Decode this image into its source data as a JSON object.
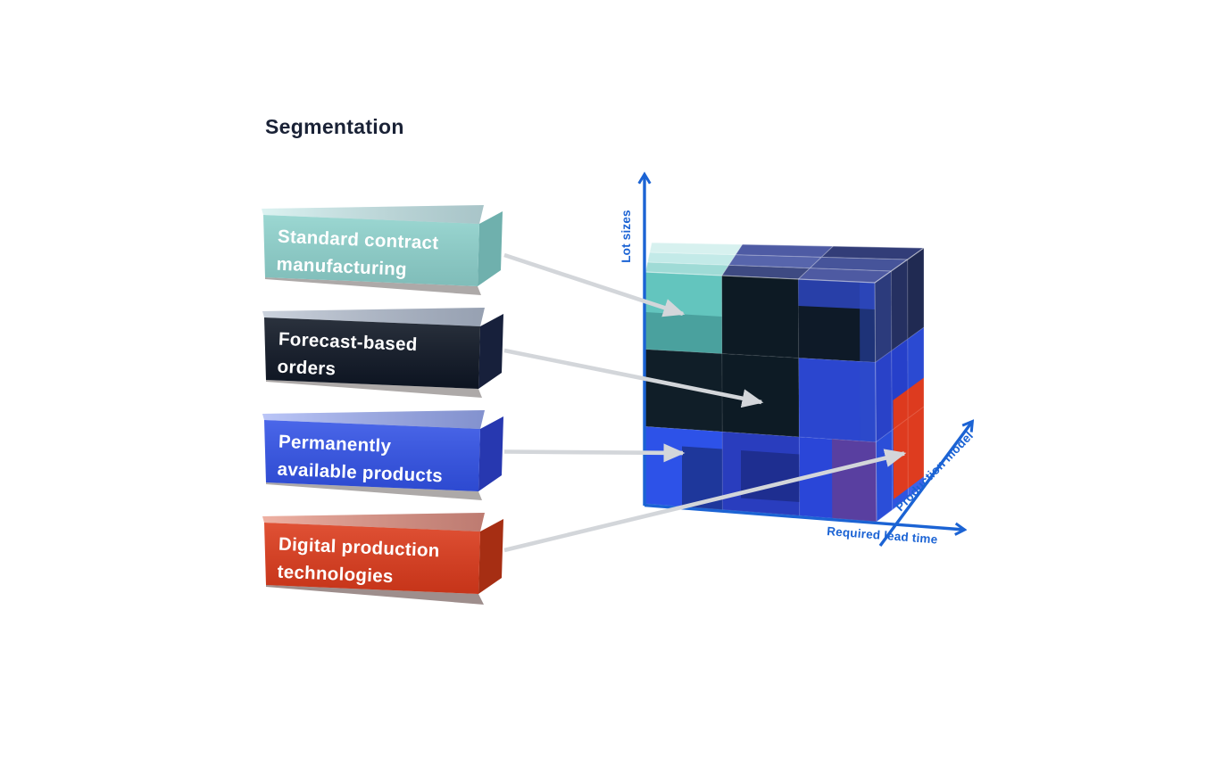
{
  "page": {
    "title": "Segmentation"
  },
  "colors": {
    "background": "#ffffff",
    "title_text": "#1a2236",
    "axis_blue": "#1b63d4",
    "arrow_gray": "#d3d6da"
  },
  "legend": {
    "items": [
      {
        "id": "standard-contract-manufacturing",
        "line1": "Standard contract",
        "line2": "manufacturing",
        "front": "#8ed2cc",
        "top": "#cdeeec",
        "side": "#7cc5bf",
        "text": "#ffffff"
      },
      {
        "id": "forecast-based-orders",
        "line1": "Forecast-based",
        "line2": "orders",
        "front": "#0e1623",
        "top": "#b6c0cf",
        "side": "#1a2440",
        "text": "#ffffff"
      },
      {
        "id": "permanently-available-products",
        "line1": "Permanently",
        "line2": "available products",
        "front": "#3252e6",
        "top": "#9dadf4",
        "side": "#2c3fc2",
        "text": "#ffffff"
      },
      {
        "id": "digital-production-technologies",
        "line1": "Digital production",
        "line2": "technologies",
        "front": "#dc3a1a",
        "top": "#e8907c",
        "side": "#b93414",
        "text": "#ffffff"
      }
    ]
  },
  "chart": {
    "axes": {
      "color": "#1b63d4",
      "y_label": "Lot sizes",
      "x_label": "Required lead time",
      "z_label": "Production model"
    },
    "arrow_color": "#d3d6da",
    "cube": {
      "highlight_color": "#e53a17",
      "top_cells": [
        "#9fdbd6",
        "#3e4a82",
        "#4e5aa2",
        "#c3eae8",
        "#5765ac",
        "#46549a",
        "#d7f1ef",
        "#4e5ba4",
        "#323d78"
      ],
      "right_cells": [
        "#2c3b7c",
        "#253061",
        "#202a52",
        "#2942c8",
        "#2640ca",
        "#2b4ad2",
        "#2b4ed8",
        "#2f55e0",
        "#3c63e8"
      ],
      "front_cells": [
        "#63c5be",
        "#0d1a24",
        "#0e1a28",
        "#101e28",
        "#0d1b25",
        "#2b46cf",
        "#2d52e8",
        "#293dbe",
        "#2a46d8"
      ]
    }
  }
}
